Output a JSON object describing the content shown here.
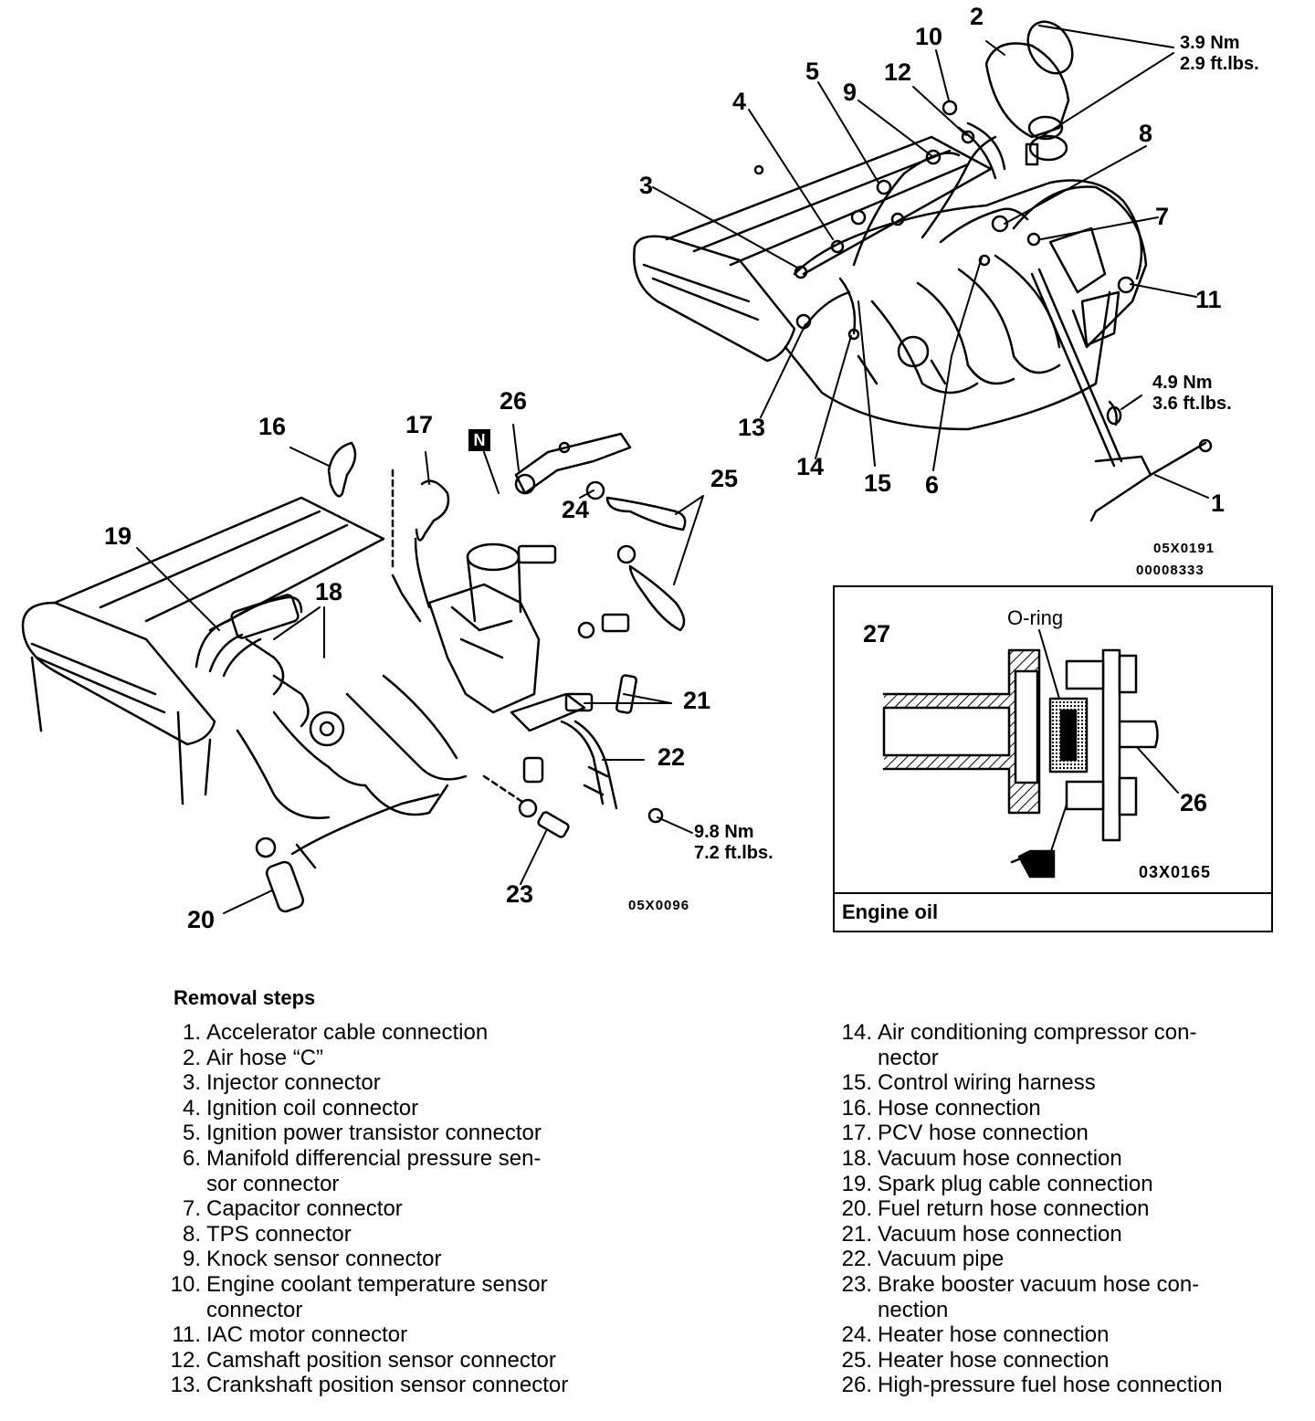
{
  "diagram": {
    "callouts": [
      "1",
      "2",
      "3",
      "4",
      "5",
      "6",
      "7",
      "8",
      "9",
      "10",
      "11",
      "12",
      "13",
      "14",
      "15",
      "16",
      "17",
      "18",
      "19",
      "20",
      "21",
      "22",
      "23",
      "24",
      "25",
      "26",
      "27"
    ],
    "torque_specs": [
      {
        "metric": "3.9 Nm",
        "imperial": "2.9 ft.lbs."
      },
      {
        "metric": "4.9 Nm",
        "imperial": "3.6 ft.lbs."
      },
      {
        "metric": "9.8 Nm",
        "imperial": "7.2 ft.lbs."
      }
    ],
    "n_marker": "N",
    "figure_codes": {
      "upper": "05X0191",
      "upper_sub": "00008333",
      "lower": "05X0096",
      "inset": "03X0165"
    },
    "inset": {
      "oring_label": "O-ring",
      "caption": "Engine oil"
    }
  },
  "removal_steps": {
    "title": "Removal steps",
    "left": [
      {
        "num": "1.",
        "text": "Accelerator cable connection"
      },
      {
        "num": "2.",
        "text": "Air hose “C”"
      },
      {
        "num": "3.",
        "text": "Injector connector"
      },
      {
        "num": "4.",
        "text": "Ignition coil connector"
      },
      {
        "num": "5.",
        "text": "Ignition power transistor connector"
      },
      {
        "num": "6.",
        "text": "Manifold differencial pressure sen-"
      },
      {
        "num": "",
        "text": "sor connector"
      },
      {
        "num": "7.",
        "text": "Capacitor connector"
      },
      {
        "num": "8.",
        "text": "TPS connector"
      },
      {
        "num": "9.",
        "text": "Knock sensor connector"
      },
      {
        "num": "10.",
        "text": "Engine coolant temperature sensor"
      },
      {
        "num": "",
        "text": "connector"
      },
      {
        "num": "11.",
        "text": "IAC motor connector"
      },
      {
        "num": "12.",
        "text": "Camshaft position sensor connector"
      },
      {
        "num": "13.",
        "text": "Crankshaft position sensor connector"
      }
    ],
    "right": [
      {
        "num": "14.",
        "text": "Air conditioning compressor con-"
      },
      {
        "num": "",
        "text": "nector"
      },
      {
        "num": "15.",
        "text": "Control wiring harness"
      },
      {
        "num": "16.",
        "text": "Hose connection"
      },
      {
        "num": "17.",
        "text": "PCV hose connection"
      },
      {
        "num": "18.",
        "text": "Vacuum hose connection"
      },
      {
        "num": "19.",
        "text": "Spark plug cable connection"
      },
      {
        "num": "20.",
        "text": "Fuel return hose connection"
      },
      {
        "num": "21.",
        "text": "Vacuum hose connection"
      },
      {
        "num": "22.",
        "text": "Vacuum pipe"
      },
      {
        "num": "23.",
        "text": "Brake booster vacuum hose con-"
      },
      {
        "num": "",
        "text": "nection"
      },
      {
        "num": "24.",
        "text": "Heater hose connection"
      },
      {
        "num": "25.",
        "text": "Heater hose connection"
      },
      {
        "num": "26.",
        "text": "High-pressure fuel hose connection"
      }
    ]
  }
}
